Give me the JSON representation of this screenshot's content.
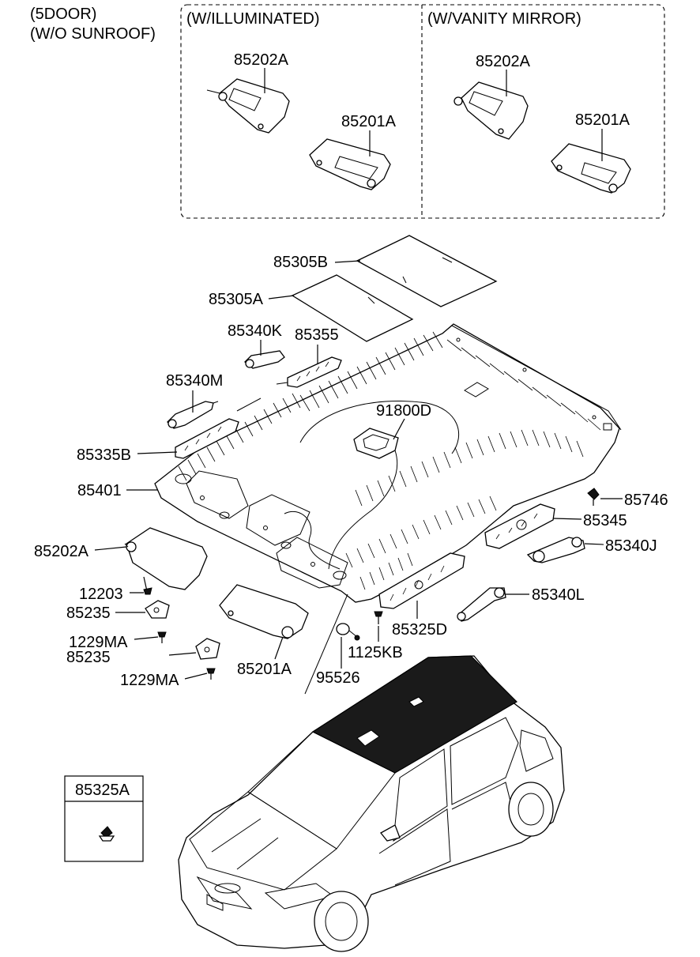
{
  "headers": {
    "variant_line1": "(5DOOR)",
    "variant_line2": "(W/O SUNROOF)",
    "box_illuminated": "(W/ILLUMINATED)",
    "box_vanity": "(W/VANITY MIRROR)"
  },
  "labels": {
    "ill_85202a": "85202A",
    "ill_85201a": "85201A",
    "van_85202a": "85202A",
    "van_85201a": "85201A",
    "p85305b": "85305B",
    "p85305a": "85305A",
    "p85340k": "85340K",
    "p85355": "85355",
    "p85340m": "85340M",
    "p91800d": "91800D",
    "p85335b": "85335B",
    "p85401": "85401",
    "p85746": "85746",
    "p85345": "85345",
    "p85340j": "85340J",
    "p85202a": "85202A",
    "p12203": "12203",
    "p85235_a": "85235",
    "p85340l": "85340L",
    "p1229ma_a": "1229MA",
    "p85325d": "85325D",
    "p85235_b": "85235",
    "p1125kb": "1125KB",
    "p85201a": "85201A",
    "p1229ma_b": "1229MA",
    "p95526": "95526",
    "p85325a": "85325A"
  }
}
